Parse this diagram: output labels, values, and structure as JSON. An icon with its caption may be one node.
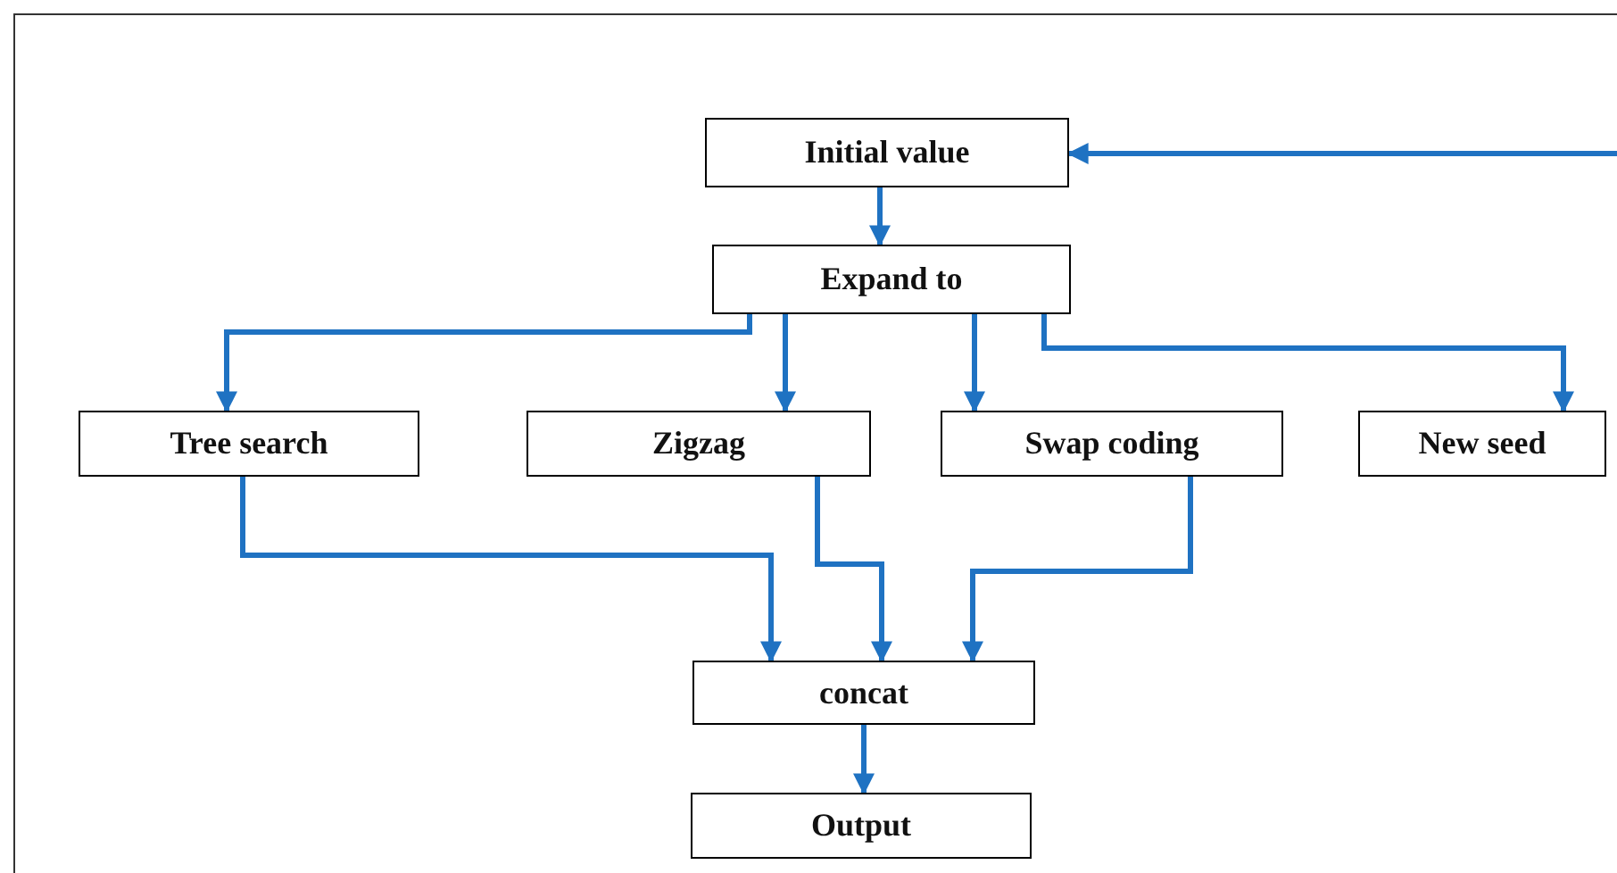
{
  "diagram": {
    "nodes": [
      {
        "text": [
          "Initial value"
        ]
      },
      {
        "text": [
          "Expand to"
        ]
      },
      {
        "text": [
          "Tree search"
        ]
      },
      {
        "text": [
          "Zigzag"
        ]
      },
      {
        "text": [
          "Swap coding"
        ]
      },
      {
        "text": [
          "New seed"
        ]
      },
      {
        "text": [
          "concat"
        ]
      },
      {
        "text": [
          "Output"
        ]
      }
    ],
    "edges": [
      {
        "from": null,
        "to": 0,
        "arrow": "to"
      },
      {
        "from": 0,
        "to": 1,
        "arrow": "to"
      },
      {
        "from": 1,
        "to": 2,
        "arrow": "to"
      },
      {
        "from": 1,
        "to": 3,
        "arrow": "to"
      },
      {
        "from": 1,
        "to": 4,
        "arrow": "to"
      },
      {
        "from": 1,
        "to": 5,
        "arrow": "to"
      },
      {
        "from": 2,
        "to": 6,
        "arrow": "to"
      },
      {
        "from": 3,
        "to": 6,
        "arrow": "to"
      },
      {
        "from": 4,
        "to": 6,
        "arrow": "to"
      },
      {
        "from": 6,
        "to": 7,
        "arrow": "to"
      }
    ]
  }
}
